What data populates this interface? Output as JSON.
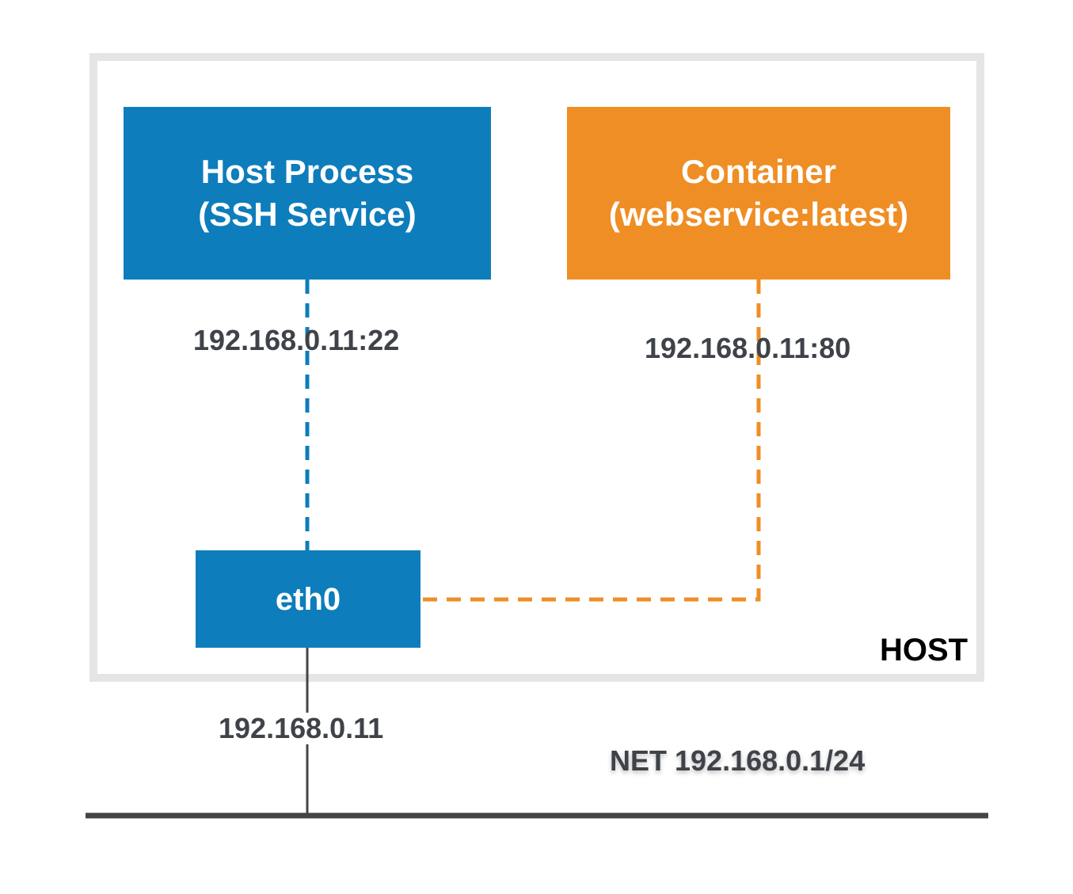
{
  "host": {
    "label": "HOST"
  },
  "nodes": {
    "host_process": {
      "line1": "Host Process",
      "line2": "(SSH Service)"
    },
    "container": {
      "line1": "Container",
      "line2": "(webservice:latest)"
    },
    "eth0": {
      "label": "eth0"
    }
  },
  "addresses": {
    "ssh": "192.168.0.11:22",
    "web": "192.168.0.11:80",
    "eth0": "192.168.0.11"
  },
  "network": {
    "label": "NET 192.168.0.1/24"
  },
  "colors": {
    "host_process": "#0e7dbb",
    "container": "#ef8e24",
    "host_frame": "#e5e5e5",
    "network_line": "#444444",
    "address_text": "#3f4349"
  }
}
